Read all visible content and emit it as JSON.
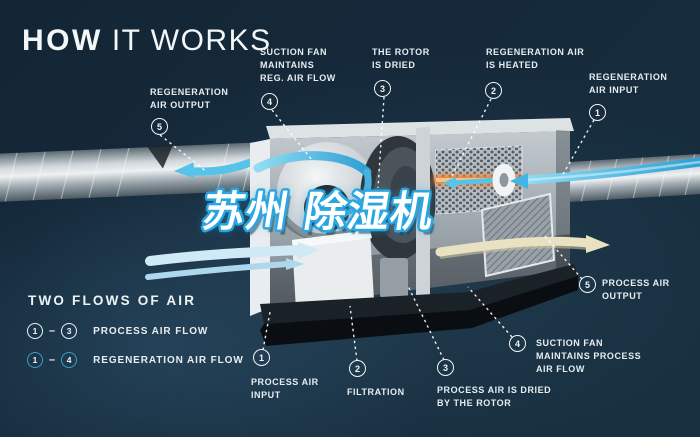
{
  "title": {
    "word_bold": "HOW",
    "word_light": "IT WORKS"
  },
  "overlay_caption": {
    "text": "苏州 除湿机",
    "accent_color": "#2BA7E0"
  },
  "callouts": [
    {
      "num": "5",
      "lines": [
        "REGENERATION",
        "AIR OUTPUT"
      ]
    },
    {
      "num": "4",
      "lines": [
        "SUCTION FAN",
        "MAINTAINS",
        "REG. AIR FLOW"
      ]
    },
    {
      "num": "3",
      "lines": [
        "THE ROTOR",
        "IS DRIED"
      ]
    },
    {
      "num": "2",
      "lines": [
        "REGENERATION AIR",
        "IS HEATED"
      ]
    },
    {
      "num": "1",
      "lines": [
        "REGENERATION",
        "AIR INPUT"
      ]
    },
    {
      "num": "5",
      "lines": [
        "PROCESS AIR",
        "OUTPUT"
      ]
    },
    {
      "num": "4",
      "lines": [
        "SUCTION FAN",
        "MAINTAINS PROCESS",
        "AIR FLOW"
      ]
    },
    {
      "num": "3",
      "lines": [
        "PROCESS AIR IS DRIED",
        "BY THE ROTOR"
      ]
    },
    {
      "num": "2",
      "lines": [
        "FILTRATION"
      ]
    },
    {
      "num": "1",
      "lines": [
        "PROCESS AIR",
        "INPUT"
      ]
    }
  ],
  "legend": {
    "heading": "TWO FLOWS OF AIR",
    "rows": [
      {
        "start": "1",
        "end": "3",
        "separator": "–",
        "label": "PROCESS AIR FLOW",
        "ring_color": "#F0F5F7"
      },
      {
        "start": "1",
        "end": "4",
        "separator": "–",
        "label": "REGENERATION AIR FLOW",
        "ring_color": "#3E9DC9"
      }
    ]
  },
  "colors": {
    "background": "#14293A",
    "label_text": "#E7EDF0",
    "flow_cyan": "#56C3E8",
    "heater_orange": "#EE8637",
    "process_cream": "#E9E2C2",
    "input_blue": "#CFE9F6",
    "caption_outline": "#2BA7E0"
  }
}
